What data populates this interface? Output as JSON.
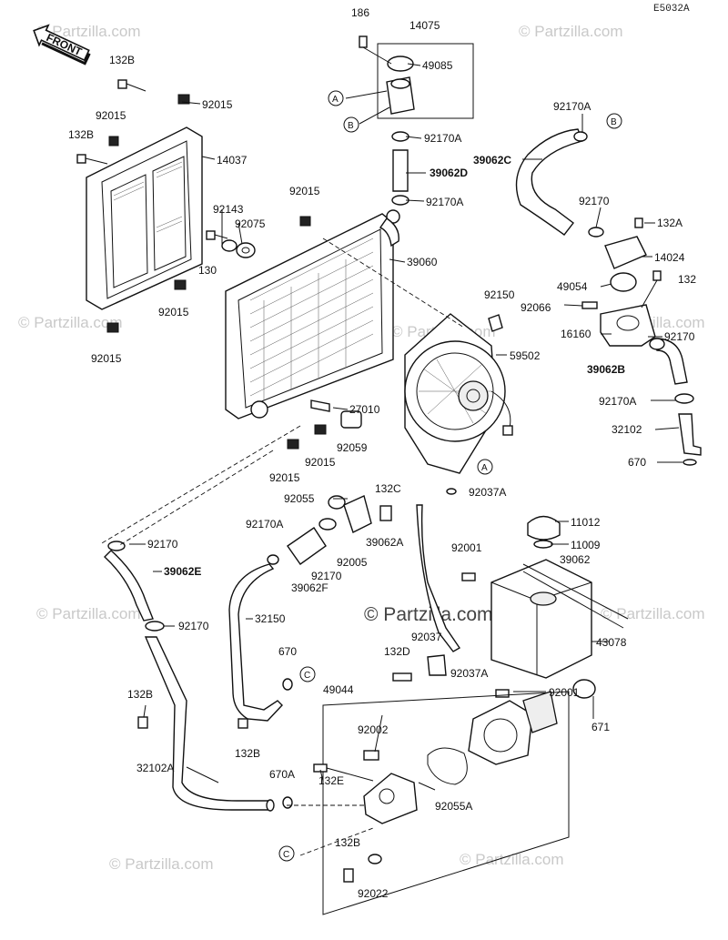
{
  "drawing_code": "E5032A",
  "front_arrow_label": "FRONT",
  "watermark_main": "© Partzilla.com",
  "watermark_faint": "© Partzilla.com",
  "labels": {
    "p186": "186",
    "p14075": "14075",
    "p49085": "49085",
    "p92170A_1": "92170A",
    "p39062D": "39062D",
    "p92170A_2": "92170A",
    "p132B_1": "132B",
    "p92015_1": "92015",
    "p92015_2": "92015",
    "p132B_2": "132B",
    "p14037": "14037",
    "p92143": "92143",
    "p92075": "92075",
    "p92015_3": "92015",
    "p130": "130",
    "p92015_4": "92015",
    "p92015_5": "92015",
    "p39060": "39060",
    "p92170A_3": "92170A",
    "p39062C": "39062C",
    "p92170": "92170",
    "p132A": "132A",
    "p14024": "14024",
    "p49054": "49054",
    "p132": "132",
    "p92066": "92066",
    "p16160": "16160",
    "p92170_2": "92170",
    "p39062B": "39062B",
    "p92170A_4": "92170A",
    "p32102": "32102",
    "p670_1": "670",
    "p92150": "92150",
    "p59502": "59502",
    "p27010": "27010",
    "p92059": "92059",
    "p92015_6": "92015",
    "p92015_7": "92015",
    "p92055": "92055",
    "p132C": "132C",
    "p92037A_1": "92037A",
    "p11012": "11012",
    "p11009": "11009",
    "p92170_3": "92170",
    "p39062E": "39062E",
    "p92170A_5": "92170A",
    "p39062A": "39062A",
    "p92001_1": "92001",
    "p39062": "39062",
    "p92005": "92005",
    "p92170_4": "92170",
    "p39062F": "39062F",
    "p92170_5": "92170",
    "p32150": "32150",
    "p92037": "92037",
    "p43078": "43078",
    "p132D": "132D",
    "p670_2": "670",
    "p92037A_2": "92037A",
    "p132B_3": "132B",
    "p49044": "49044",
    "p92001_2": "92001",
    "p671": "671",
    "p132B_4": "132B",
    "p92002": "92002",
    "p32102A": "32102A",
    "p670A": "670A",
    "p132E": "132E",
    "p92055A": "92055A",
    "p132B_5": "132B",
    "p92022": "92022"
  },
  "refs": {
    "A1": "A",
    "B1": "B",
    "B2": "B",
    "A2": "A",
    "C1": "C",
    "C2": "C"
  }
}
